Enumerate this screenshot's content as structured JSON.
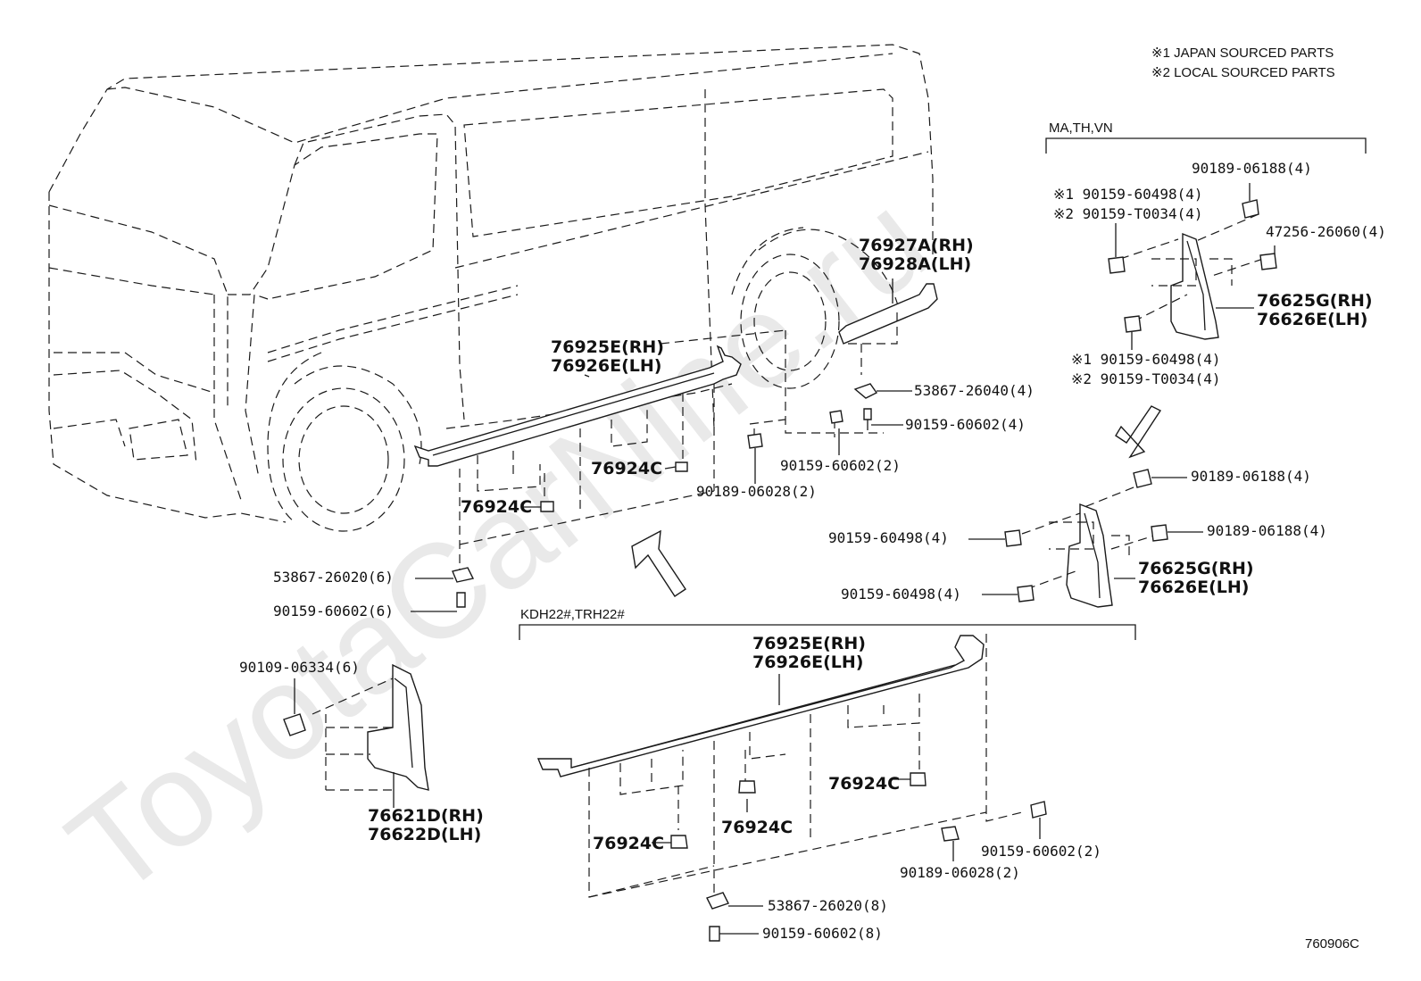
{
  "notes": {
    "japan": "※1 JAPAN SOURCED PARTS",
    "local": "※2 LOCAL SOURCED PARTS"
  },
  "watermark": "ToyotaCarNine.ru",
  "figure_code": "760906C",
  "groups": {
    "ma_th_vn": "MA,TH,VN",
    "kdh": "KDH22#,TRH22#"
  },
  "parts": {
    "p76927A": "76927A(RH)",
    "p76928A": "76928A(LH)",
    "p76925E_top": "76925E(RH)",
    "p76926E_top": "76926E(LH)",
    "p76924C_a": "76924C",
    "p76924C_b": "76924C",
    "p53867_26040": "53867-26040(4)",
    "p90159_60602_4": "90159-60602(4)",
    "p90159_60602_2a": "90159-60602(2)",
    "p90189_06028_2a": "90189-06028(2)",
    "p53867_26020_6": "53867-26020(6)",
    "p90159_60602_6": "90159-60602(6)",
    "p90109_06334": "90109-06334(6)",
    "p76621D": "76621D(RH)",
    "p76622D": "76622D(LH)",
    "p76925E_bot": "76925E(RH)",
    "p76926E_bot": "76926E(LH)",
    "p76924C_c": "76924C",
    "p76924C_d": "76924C",
    "p76924C_e": "76924C",
    "p53867_26020_8": "53867-26020(8)",
    "p90159_60602_8": "90159-60602(8)",
    "p90189_06028_2b": "90189-06028(2)",
    "p90159_60602_2b": "90159-60602(2)",
    "p90189_06188_a": "90189-06188(4)",
    "p90159_60498_j1": "※1 90159-60498(4)",
    "p90159_T0034_j1": "※2 90159-T0034(4)",
    "p47256": "47256-26060(4)",
    "p76625G_a": "76625G(RH)",
    "p76626E_a": "76626E(LH)",
    "p90159_60498_j2": "※1 90159-60498(4)",
    "p90159_T0034_j2": "※2 90159-T0034(4)",
    "p90189_06188_b": "90189-06188(4)",
    "p90159_60498_a": "90159-60498(4)",
    "p90189_06188_c": "90189-06188(4)",
    "p76625G_b": "76625G(RH)",
    "p76626E_b": "76626E(LH)",
    "p90159_60498_b": "90159-60498(4)"
  }
}
